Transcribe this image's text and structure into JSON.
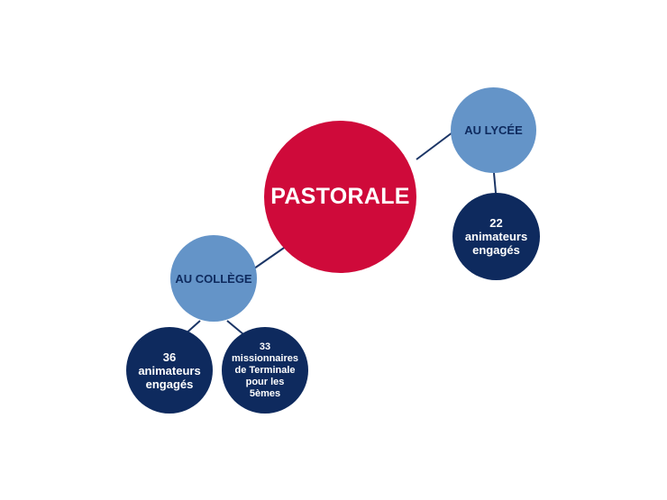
{
  "colors": {
    "center": "#cf0a3a",
    "branch": "#6494c8",
    "stat": "#0e2a5e",
    "connector": "#1b3566",
    "center_text": "#ffffff",
    "branch_text": "#0e2a5e",
    "stat_text": "#ffffff"
  },
  "center": {
    "label": "PASTORALE"
  },
  "lycee": {
    "label": "AU LYCÉE",
    "stat": "22 animateurs engagés"
  },
  "college": {
    "label": "AU COLLÈGE",
    "stat_animateurs": "36 animateurs engagés",
    "stat_missionnaires": "33 missionnaires de Terminale pour les 5èmes"
  }
}
